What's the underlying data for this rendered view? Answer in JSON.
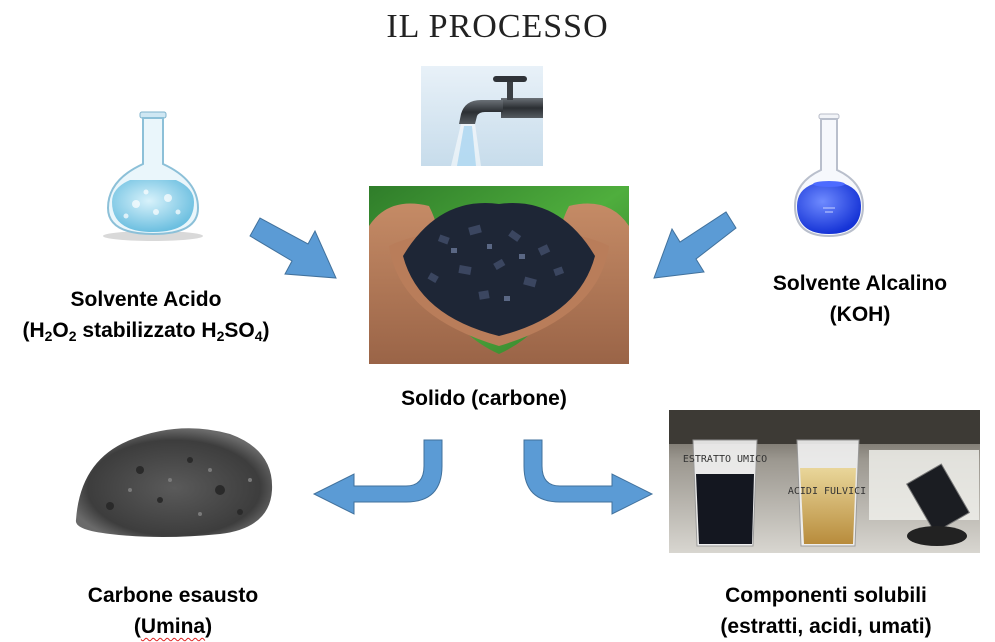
{
  "title": "IL PROCESSO",
  "nodes": {
    "acid": {
      "line1": "Solvente Acido",
      "line2_prefix": "(H",
      "s1": "2",
      "m1": "O",
      "s2": "2",
      "m2": " stabilizzato H",
      "s3": "2",
      "m3": "SO",
      "s4": "4",
      "line2_suffix": ")"
    },
    "alkaline": {
      "line1": "Solvente Alcalino",
      "line2": "(KOH)"
    },
    "solid": {
      "label": "Solido (carbone)"
    },
    "exhausted": {
      "line1": "Carbone esausto",
      "open": "(",
      "umina": "Umina",
      "close": ")"
    },
    "soluble": {
      "line1": "Componenti solubili",
      "line2": "(estratti, acidi, umati)"
    }
  },
  "beaker_labels": {
    "left": "ESTRATTO UMICO",
    "middle": "ACIDI FULVICI"
  },
  "colors": {
    "arrow": "#5b9bd5",
    "arrow_stroke": "#41719c",
    "alkaline_liquid": "#1a3fe0",
    "acid_liquid": "#9fd8ef"
  }
}
